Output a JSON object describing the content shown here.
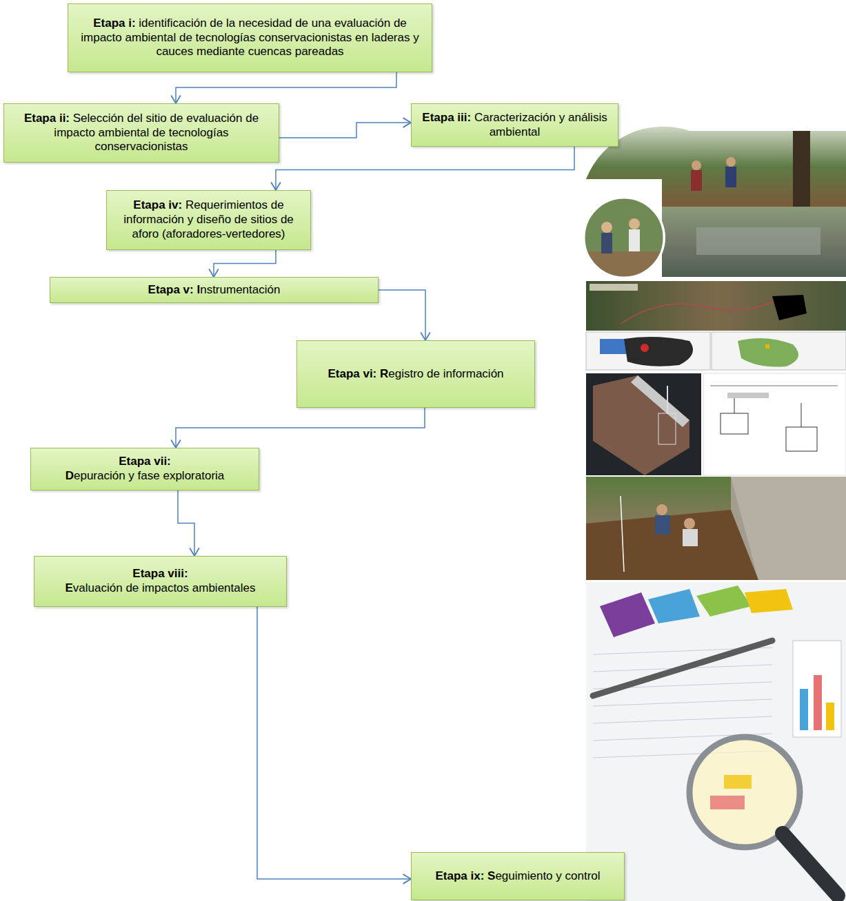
{
  "diagram": {
    "nodes": [
      {
        "text": [
          "Etapa i:",
          "identificación de la necesidad de una evaluación de impacto ambiental de tecnologías conservacionistas en laderas y cauces mediante cuencas pareadas"
        ]
      },
      {
        "text": [
          "Etapa ii:",
          "Selección del sitio de evaluación de impacto ambiental de tecnologías conservacionistas"
        ]
      },
      {
        "text": [
          "Etapa iii:",
          "Caracterización y análisis ambiental"
        ]
      },
      {
        "text": [
          "Etapa iv:",
          "Requerimientos de información y diseño de sitios de aforo (aforadores-vertedores)"
        ]
      },
      {
        "text": [
          "Etapa v:",
          "Instrumentación"
        ]
      },
      {
        "text": [
          "Etapa vi:",
          "Registro de información"
        ]
      },
      {
        "text": [
          "Etapa vii:",
          "Depuración y fase exploratoria"
        ]
      },
      {
        "text": [
          "Etapa viii:",
          "Evaluación de impactos ambientales"
        ]
      },
      {
        "text": [
          "Etapa ix:",
          "Seguimiento y control"
        ]
      }
    ],
    "edges": [
      {
        "from": 0,
        "to": 1,
        "arrow": "to"
      },
      {
        "from": 1,
        "to": 2,
        "arrow": "to"
      },
      {
        "from": 2,
        "to": 3,
        "arrow": "to"
      },
      {
        "from": 3,
        "to": 4,
        "arrow": "to"
      },
      {
        "from": 4,
        "to": 5,
        "arrow": "to"
      },
      {
        "from": 5,
        "to": 6,
        "arrow": "to"
      },
      {
        "from": 6,
        "to": 7,
        "arrow": "to"
      },
      {
        "from": 7,
        "to": 8,
        "arrow": "to"
      }
    ]
  }
}
